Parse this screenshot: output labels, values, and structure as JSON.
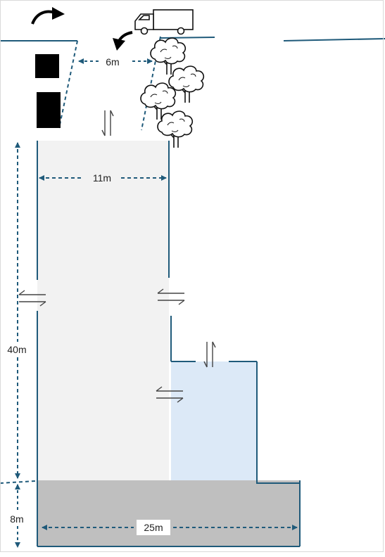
{
  "labels": {
    "entry_width": "6m",
    "main_width": "11m",
    "total_width": "25m",
    "main_length": "40m",
    "bottom_depth": "8m"
  },
  "colors": {
    "outline": "#1f5a7a",
    "main_area": "#f2f2f2",
    "annex_area": "#dce9f7",
    "bottom_area": "#bfbfbf",
    "building": "#000000",
    "arrows": "#444444"
  },
  "icons": [
    "turn-arrow-icon",
    "truck-icon",
    "tree-icon",
    "bidirectional-arrow-icon",
    "building-block-icon"
  ]
}
